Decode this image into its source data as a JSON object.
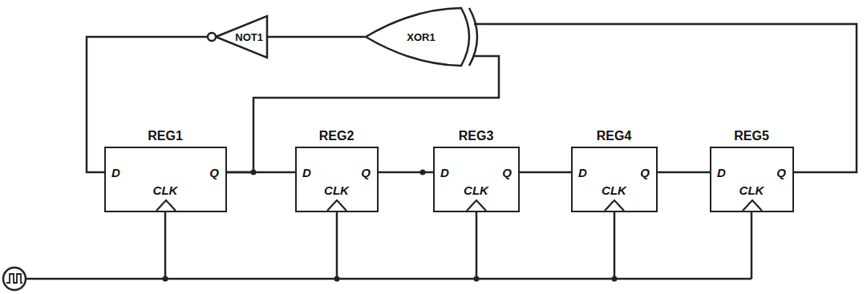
{
  "diagram": {
    "nodes": [
      {
        "text": [
          "NOT1"
        ]
      },
      {
        "text": [
          "XOR1"
        ]
      },
      {
        "text": [
          "REG1",
          "D",
          "Q",
          "CLK"
        ]
      },
      {
        "text": [
          "REG2",
          "D",
          "Q",
          "CLK"
        ]
      },
      {
        "text": [
          "REG3",
          "D",
          "Q",
          "CLK"
        ]
      },
      {
        "text": [
          "REG4",
          "D",
          "Q",
          "CLK"
        ]
      },
      {
        "text": [
          "REG5",
          "D",
          "Q",
          "CLK"
        ]
      }
    ],
    "edges": [
      {
        "from": 1,
        "to": 0,
        "arrow": "none"
      },
      {
        "from": 0,
        "to": 2,
        "arrow": "none"
      },
      {
        "from": 2,
        "to": 3,
        "arrow": "none"
      },
      {
        "from": 2,
        "to": 1,
        "arrow": "none"
      },
      {
        "from": 3,
        "to": 4,
        "arrow": "none"
      },
      {
        "from": 4,
        "to": 5,
        "arrow": "none"
      },
      {
        "from": 5,
        "to": 6,
        "arrow": "none"
      },
      {
        "from": 6,
        "to": 1,
        "arrow": "none"
      }
    ]
  }
}
